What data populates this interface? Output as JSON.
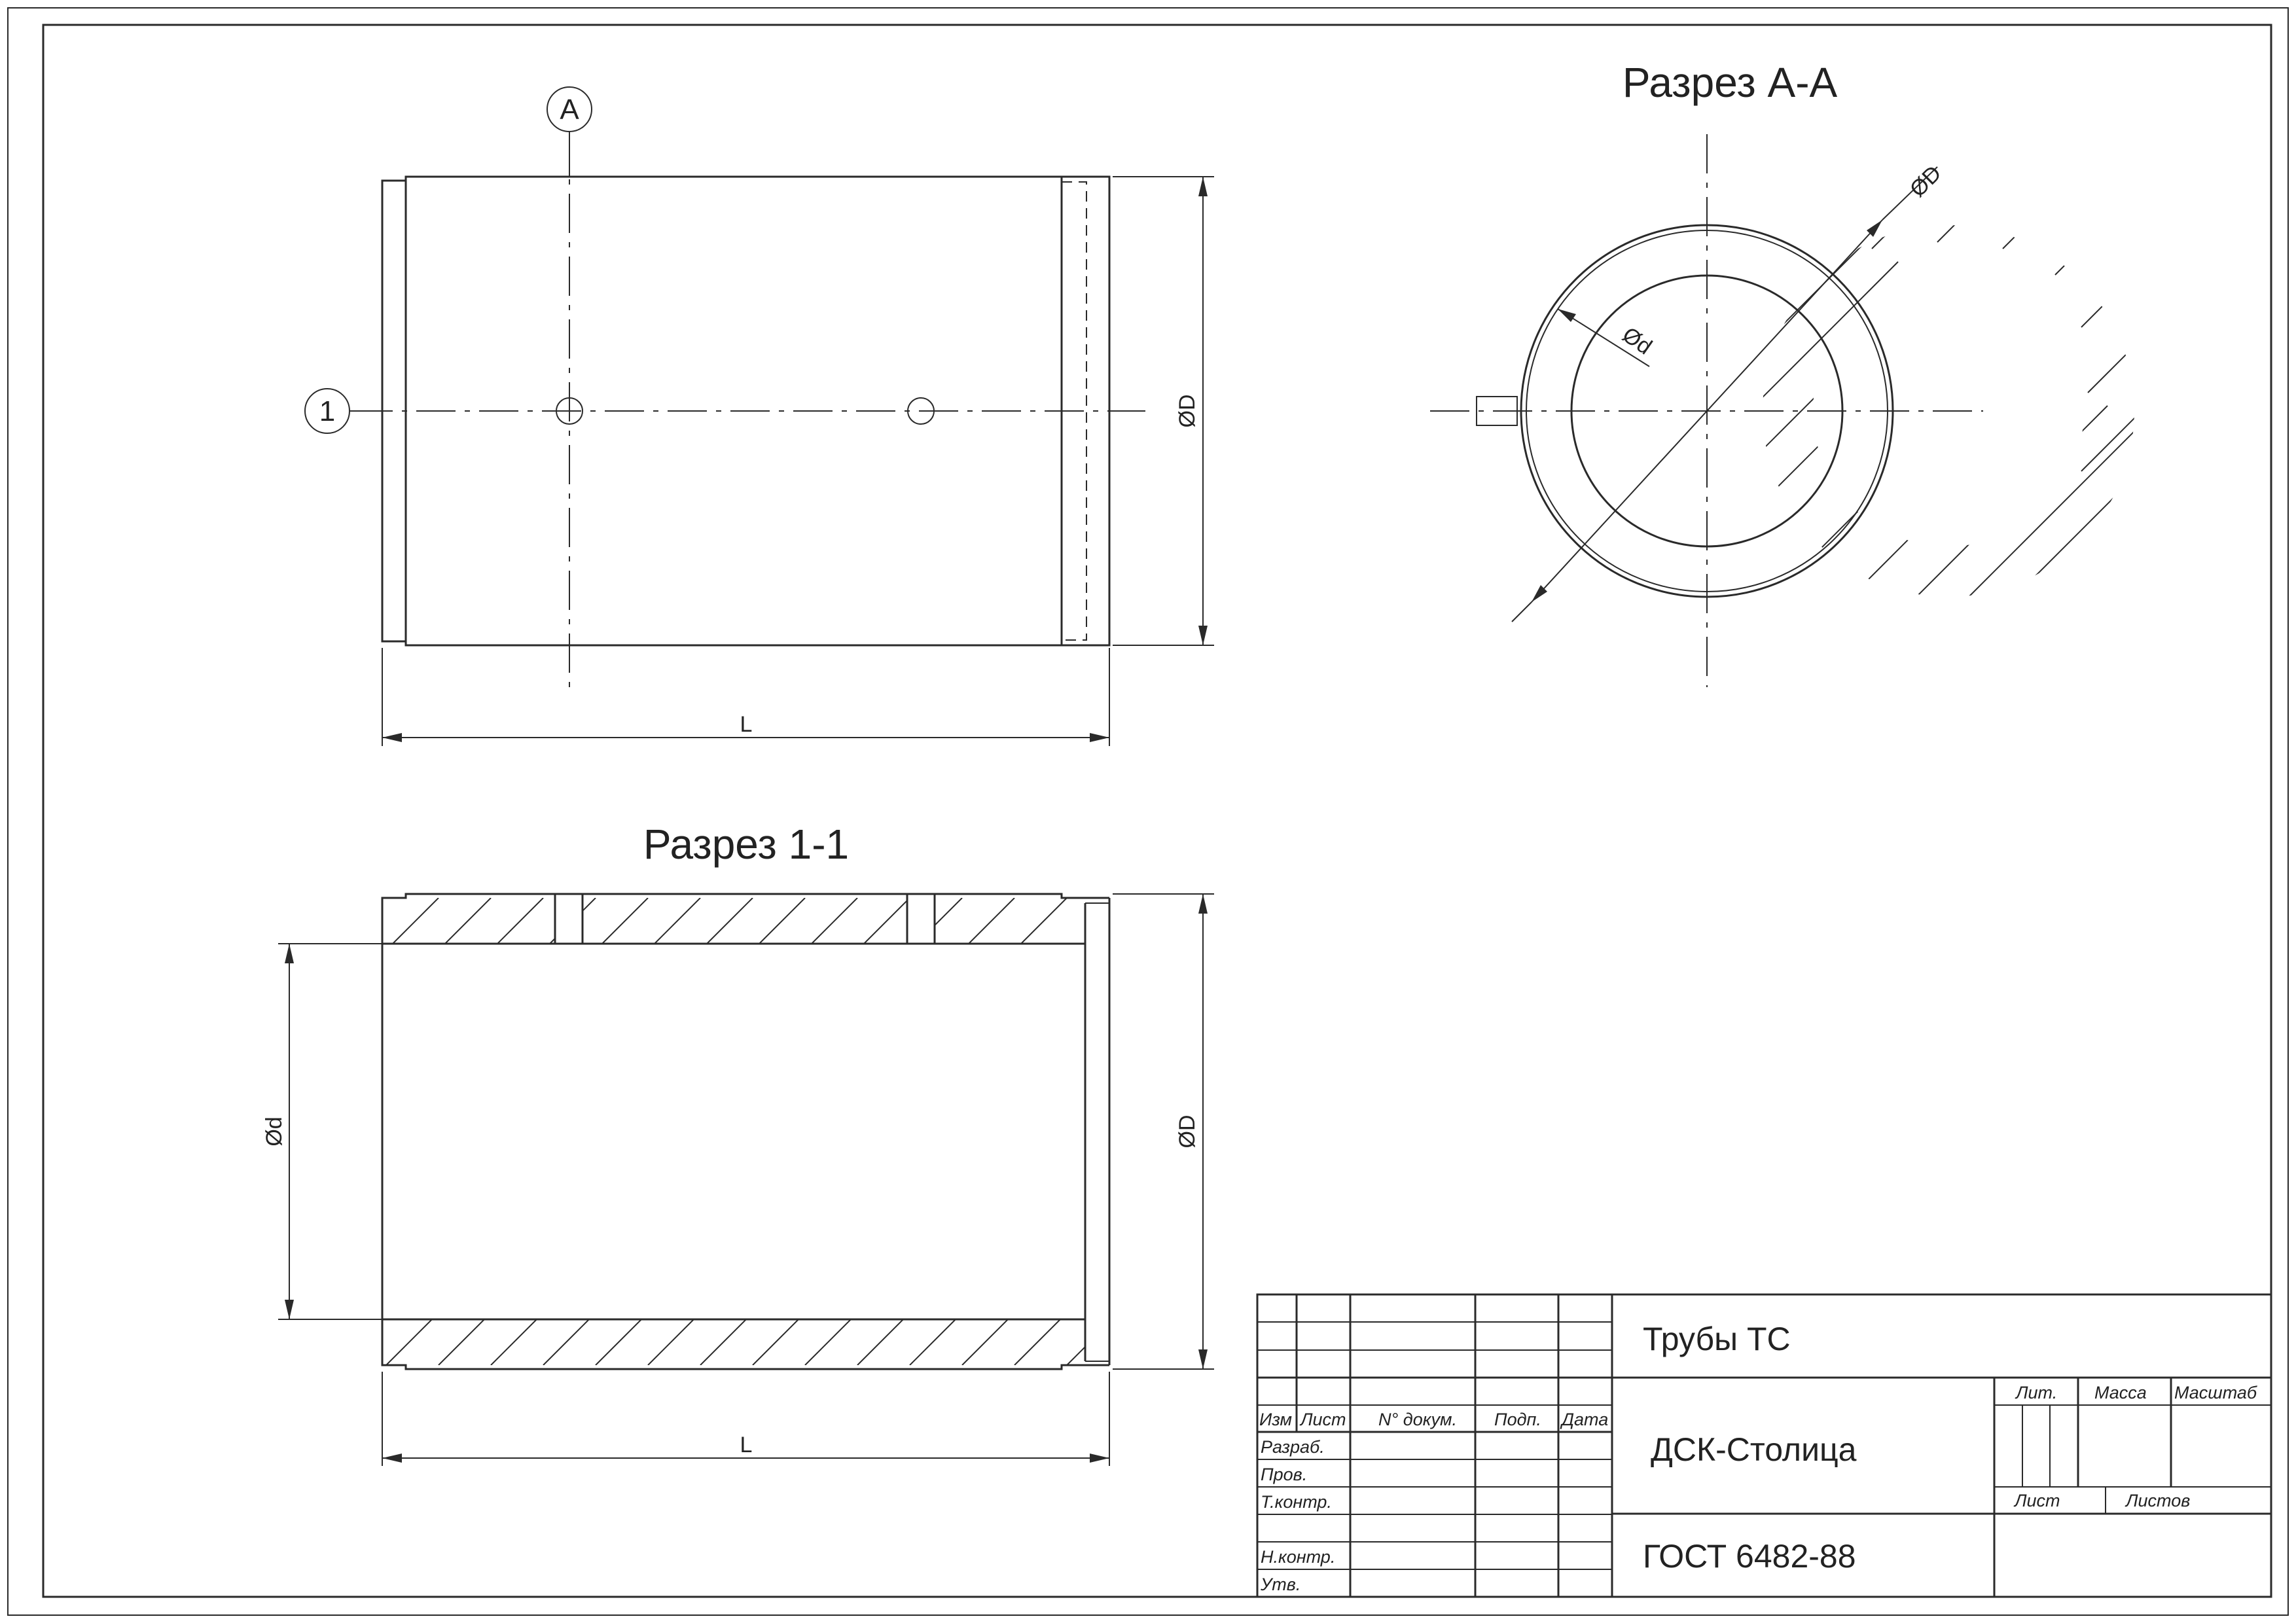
{
  "views": {
    "plan": {
      "callout_a": "A",
      "callout_1": "1",
      "dim_length": "L",
      "dim_outer": "ØD"
    },
    "section_1_1": {
      "title": "Разрез 1-1",
      "dim_length": "L",
      "dim_outer": "ØD",
      "dim_inner": "Ød"
    },
    "section_a_a": {
      "title": "Разрез А-А",
      "dim_outer": "ØD",
      "dim_inner": "Ød"
    }
  },
  "title_block": {
    "name": "Трубы ТС",
    "organization": "ДСК-Столица",
    "standard": "ГОСТ 6482-88",
    "col_headers": [
      "Изм",
      "Лист",
      "N° докум.",
      "Подп.",
      "Дата"
    ],
    "row_labels": [
      "Разраб.",
      "Пров.",
      "Т.контр.",
      "",
      "Н.контр.",
      "Утв."
    ],
    "lit": "Лит.",
    "mass": "Масса",
    "scale": "Масштаб",
    "sheet": "Лист",
    "sheets": "Листов"
  }
}
